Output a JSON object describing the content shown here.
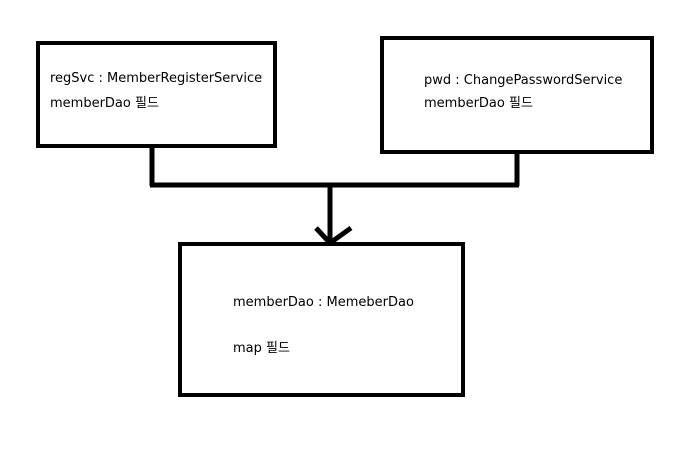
{
  "boxes": {
    "reg_svc": {
      "line1": "regSvc : MemberRegisterService",
      "line2": "memberDao 필드"
    },
    "pwd_svc": {
      "line1": "pwd : ChangePasswordService",
      "line2": "memberDao 필드"
    },
    "member_dao": {
      "line1": "memberDao : MemeberDao",
      "line2": "map 필드"
    }
  },
  "colors": {
    "stroke": "#000000",
    "background": "#ffffff"
  }
}
